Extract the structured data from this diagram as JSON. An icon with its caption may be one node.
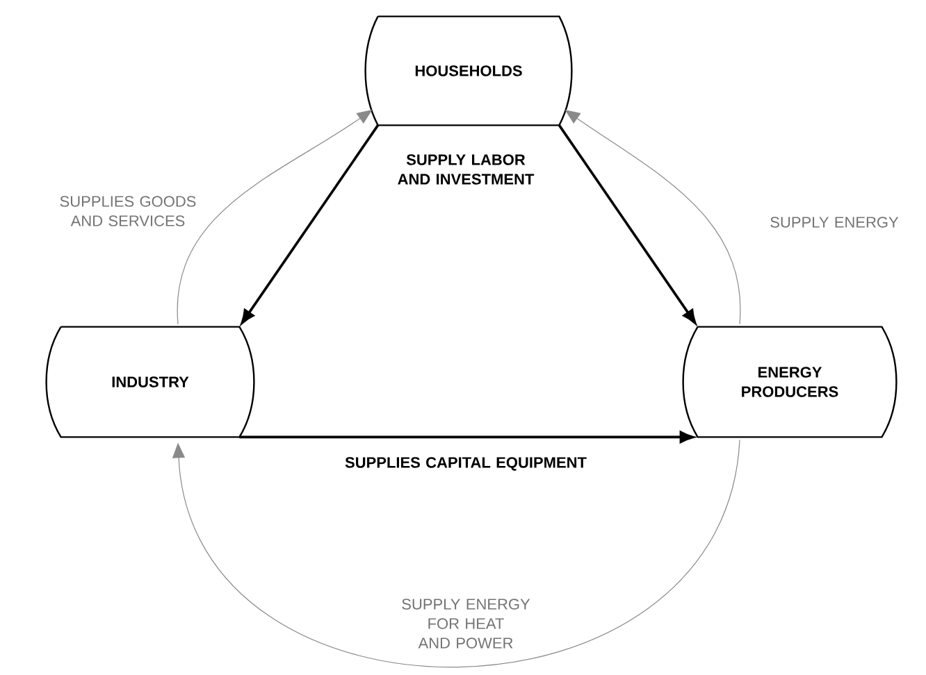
{
  "diagram": {
    "nodes": [
      {
        "text": [
          "HOUSEHOLDS"
        ]
      },
      {
        "text": [
          "INDUSTRY"
        ]
      },
      {
        "text": [
          "ENERGY PRODUCERS"
        ]
      }
    ],
    "edges": [
      {
        "from": 0,
        "to": 1,
        "arrow": "to"
      },
      {
        "from": 0,
        "to": 2,
        "arrow": "to"
      },
      {
        "from": 1,
        "to": 2,
        "arrow": "to",
        "label": "SUPPLIES CAPITAL EQUIPMENT"
      },
      {
        "from": 1,
        "to": 0,
        "arrow": "to",
        "color": "#8a8a8a",
        "label": "SUPPLIES GOODS AND SERVICES"
      },
      {
        "from": 2,
        "to": 0,
        "arrow": "to",
        "color": "#8a8a8a",
        "label": "SUPPLY ENERGY"
      },
      {
        "from": 2,
        "to": 1,
        "arrow": "to",
        "color": "#8a8a8a",
        "label": "SUPPLY ENERGY FOR HEAT AND POWER"
      }
    ],
    "labels": [
      "SUPPLY LABOR AND INVESTMENT"
    ]
  }
}
